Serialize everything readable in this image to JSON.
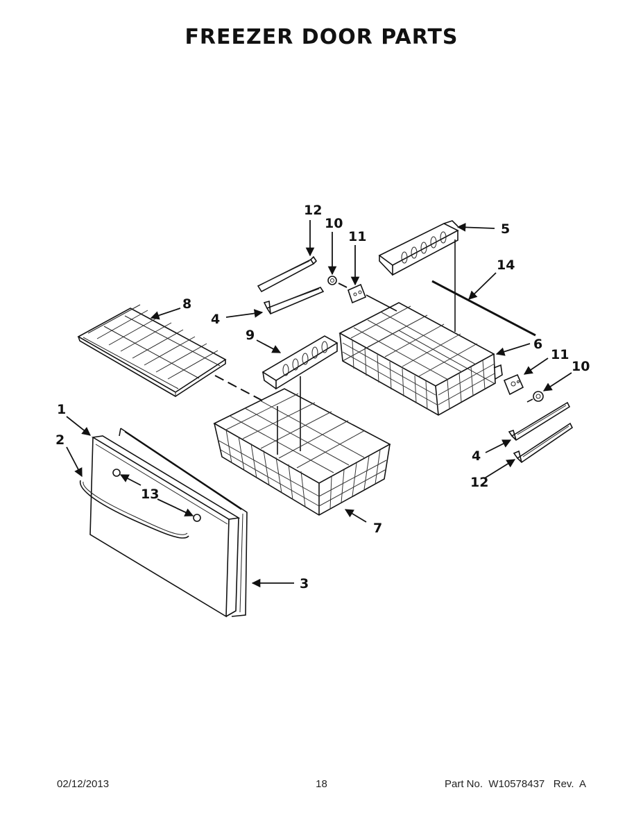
{
  "page": {
    "title": "FREEZER DOOR PARTS"
  },
  "callouts": [
    {
      "id": "c12a",
      "label": "12"
    },
    {
      "id": "c10a",
      "label": "10"
    },
    {
      "id": "c11a",
      "label": "11"
    },
    {
      "id": "c5",
      "label": "5"
    },
    {
      "id": "c14",
      "label": "14"
    },
    {
      "id": "c8",
      "label": "8"
    },
    {
      "id": "c4a",
      "label": "4"
    },
    {
      "id": "c9",
      "label": "9"
    },
    {
      "id": "c6",
      "label": "6"
    },
    {
      "id": "c11b",
      "label": "11"
    },
    {
      "id": "c10b",
      "label": "10"
    },
    {
      "id": "c1",
      "label": "1"
    },
    {
      "id": "c2",
      "label": "2"
    },
    {
      "id": "c13",
      "label": "13"
    },
    {
      "id": "c4b",
      "label": "4"
    },
    {
      "id": "c12b",
      "label": "12"
    },
    {
      "id": "c7",
      "label": "7"
    },
    {
      "id": "c3",
      "label": "3"
    }
  ],
  "footer": {
    "date": "02/12/2013",
    "page_number": "18",
    "part_number": "Part No.  W10578437   Rev.  A"
  }
}
